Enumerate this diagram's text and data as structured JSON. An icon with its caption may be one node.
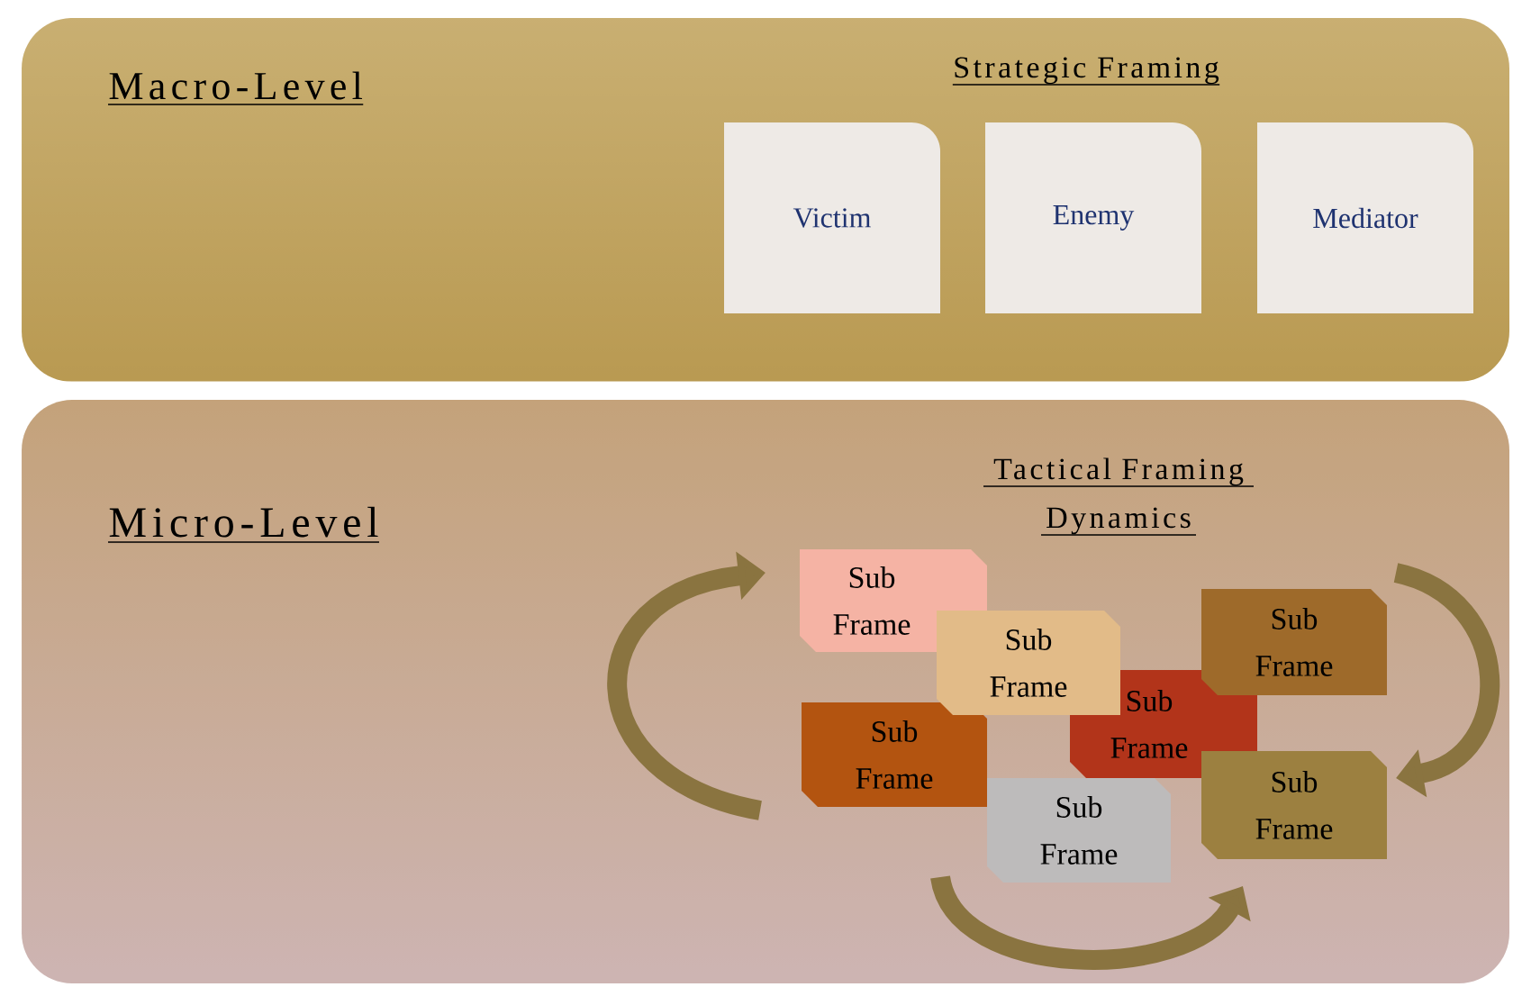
{
  "diagram": {
    "nodes": [
      {
        "text": [
          "Macro-Level",
          "Strategic Framing"
        ]
      },
      {
        "text": [
          "Victim"
        ],
        "in": 0
      },
      {
        "text": [
          "Enemy"
        ],
        "in": 0
      },
      {
        "text": [
          "Mediator"
        ],
        "in": 0
      },
      {
        "text": [
          "Micro-Level",
          "Tactical Framing Dynamics"
        ]
      },
      {
        "text": [
          "Sub Frame"
        ],
        "in": 4
      },
      {
        "text": [
          "Sub Frame"
        ],
        "in": 4
      },
      {
        "text": [
          "Sub Frame"
        ],
        "in": 4
      },
      {
        "text": [
          "Sub Frame"
        ],
        "in": 4
      },
      {
        "text": [
          "Sub Frame"
        ],
        "in": 4
      },
      {
        "text": [
          "Sub Frame"
        ],
        "in": 4
      },
      {
        "text": [
          "Sub Frame"
        ],
        "in": 4
      }
    ]
  }
}
